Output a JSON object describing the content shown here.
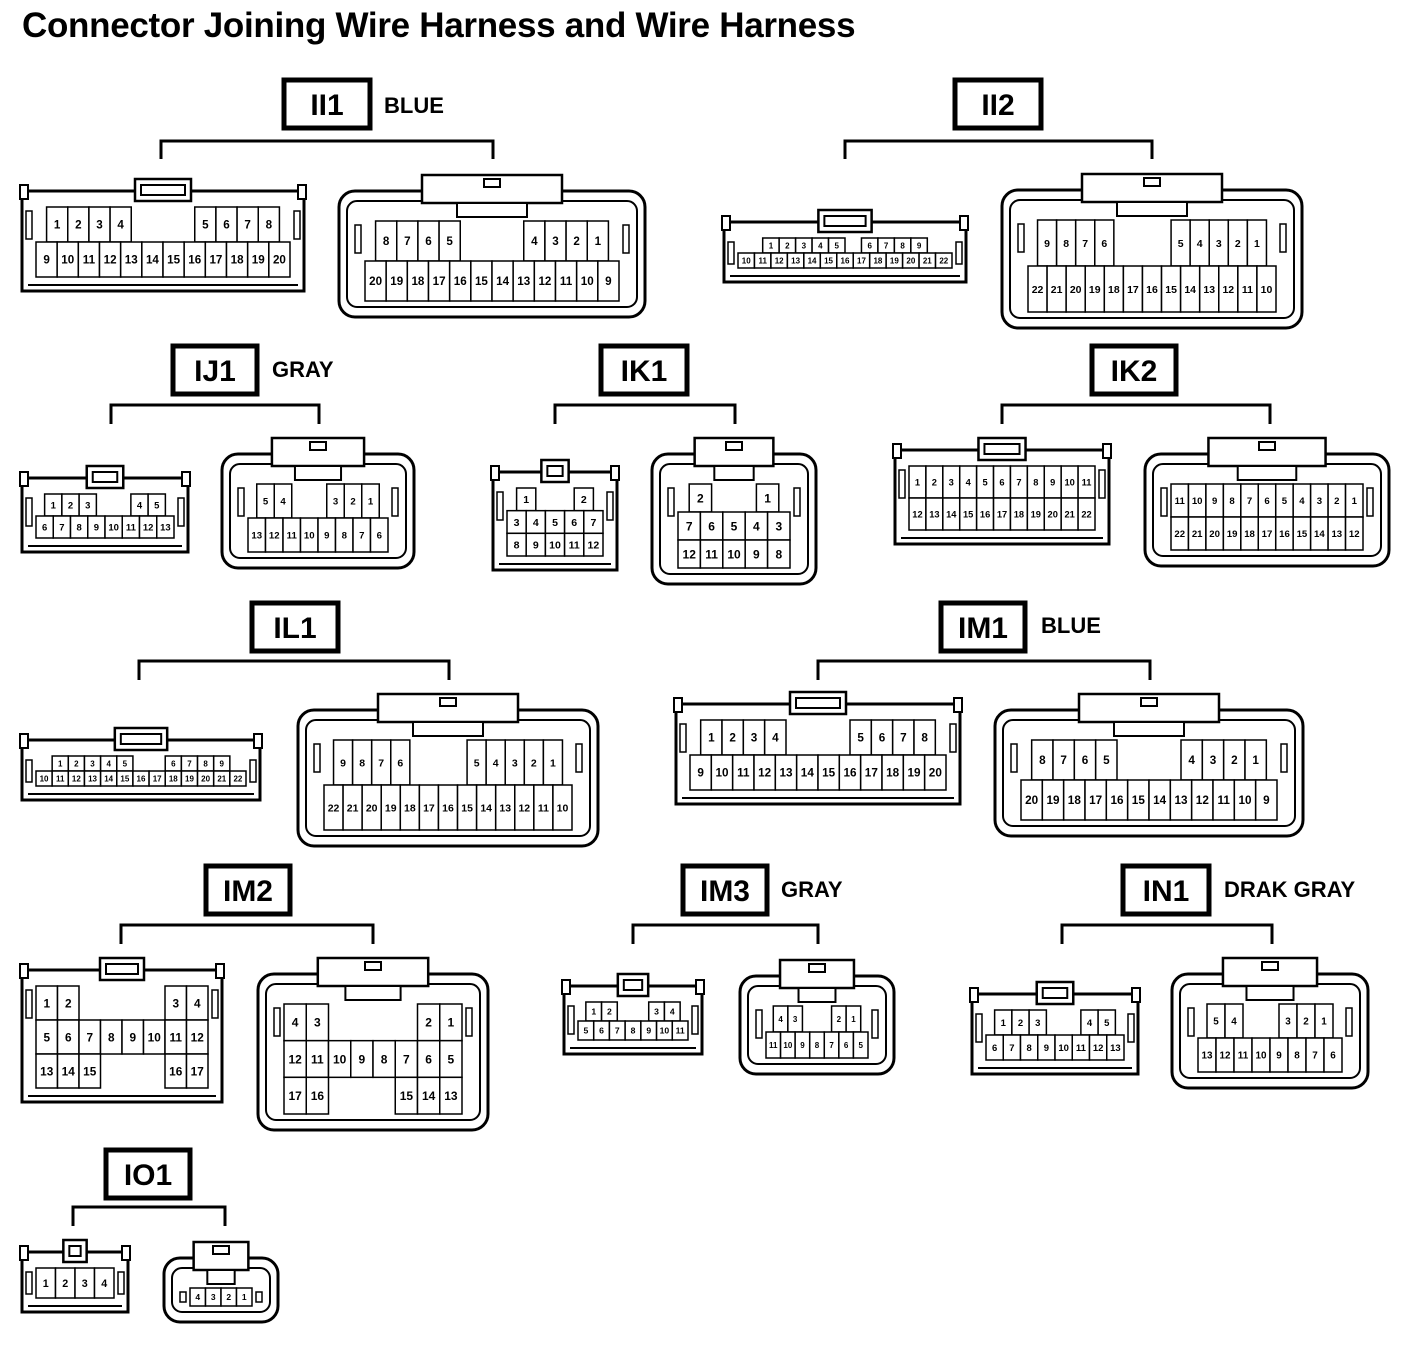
{
  "title": "Connector Joining Wire Harness and Wire Harness",
  "colors": {
    "ink": "#000000",
    "paper": "#ffffff"
  },
  "connectors": [
    {
      "code": "II1",
      "color": "BLUE",
      "female": {
        "rows": [
          [
            "1",
            "2",
            "3",
            "4",
            "",
            "",
            "",
            "5",
            "6",
            "7",
            "8"
          ],
          [
            "9",
            "10",
            "11",
            "12",
            "13",
            "14",
            "15",
            "16",
            "17",
            "18",
            "19",
            "20"
          ]
        ]
      },
      "male": {
        "rows": [
          [
            "8",
            "7",
            "6",
            "5",
            "",
            "",
            "",
            "4",
            "3",
            "2",
            "1"
          ],
          [
            "20",
            "19",
            "18",
            "17",
            "16",
            "15",
            "14",
            "13",
            "12",
            "11",
            "10",
            "9"
          ]
        ]
      }
    },
    {
      "code": "II2",
      "color": "",
      "female": {
        "rows": [
          [
            "1",
            "2",
            "3",
            "4",
            "5",
            "",
            "6",
            "7",
            "8",
            "9"
          ],
          [
            "10",
            "11",
            "12",
            "13",
            "14",
            "15",
            "16",
            "17",
            "18",
            "19",
            "20",
            "21",
            "22"
          ]
        ]
      },
      "male": {
        "rows": [
          [
            "9",
            "8",
            "7",
            "6",
            "",
            "",
            "",
            "5",
            "4",
            "3",
            "2",
            "1"
          ],
          [
            "22",
            "21",
            "20",
            "19",
            "18",
            "17",
            "16",
            "15",
            "14",
            "13",
            "12",
            "11",
            "10"
          ]
        ]
      }
    },
    {
      "code": "IJ1",
      "color": "GRAY",
      "female": {
        "rows": [
          [
            "1",
            "2",
            "3",
            "",
            "",
            "4",
            "5"
          ],
          [
            "6",
            "7",
            "8",
            "9",
            "10",
            "11",
            "12",
            "13"
          ]
        ]
      },
      "male": {
        "rows": [
          [
            "5",
            "4",
            "",
            "",
            "3",
            "2",
            "1"
          ],
          [
            "13",
            "12",
            "11",
            "10",
            "9",
            "8",
            "7",
            "6"
          ]
        ]
      }
    },
    {
      "code": "IK1",
      "color": "",
      "female": {
        "rows": [
          [
            "1",
            "",
            "",
            "2"
          ],
          [
            "3",
            "4",
            "5",
            "6",
            "7"
          ],
          [
            "8",
            "9",
            "10",
            "11",
            "12"
          ]
        ]
      },
      "male": {
        "rows": [
          [
            "2",
            "",
            "",
            "1"
          ],
          [
            "7",
            "6",
            "5",
            "4",
            "3"
          ],
          [
            "12",
            "11",
            "10",
            "9",
            "8"
          ]
        ]
      }
    },
    {
      "code": "IK2",
      "color": "",
      "female": {
        "rows": [
          [
            "1",
            "2",
            "3",
            "4",
            "5",
            "6",
            "7",
            "8",
            "9",
            "10",
            "11"
          ],
          [
            "12",
            "13",
            "14",
            "15",
            "16",
            "17",
            "18",
            "19",
            "20",
            "21",
            "22"
          ]
        ]
      },
      "male": {
        "rows": [
          [
            "11",
            "10",
            "9",
            "8",
            "7",
            "6",
            "5",
            "4",
            "3",
            "2",
            "1"
          ],
          [
            "22",
            "21",
            "20",
            "19",
            "18",
            "17",
            "16",
            "15",
            "14",
            "13",
            "12"
          ]
        ]
      }
    },
    {
      "code": "IL1",
      "color": "",
      "female": {
        "rows": [
          [
            "1",
            "2",
            "3",
            "4",
            "5",
            "",
            "",
            "6",
            "7",
            "8",
            "9"
          ],
          [
            "10",
            "11",
            "12",
            "13",
            "14",
            "15",
            "16",
            "17",
            "18",
            "19",
            "20",
            "21",
            "22"
          ]
        ]
      },
      "male": {
        "rows": [
          [
            "9",
            "8",
            "7",
            "6",
            "",
            "",
            "",
            "5",
            "4",
            "3",
            "2",
            "1"
          ],
          [
            "22",
            "21",
            "20",
            "19",
            "18",
            "17",
            "16",
            "15",
            "14",
            "13",
            "12",
            "11",
            "10"
          ]
        ]
      }
    },
    {
      "code": "IM1",
      "color": "BLUE",
      "female": {
        "rows": [
          [
            "1",
            "2",
            "3",
            "4",
            "",
            "",
            "",
            "5",
            "6",
            "7",
            "8"
          ],
          [
            "9",
            "10",
            "11",
            "12",
            "13",
            "14",
            "15",
            "16",
            "17",
            "18",
            "19",
            "20"
          ]
        ]
      },
      "male": {
        "rows": [
          [
            "8",
            "7",
            "6",
            "5",
            "",
            "",
            "",
            "4",
            "3",
            "2",
            "1"
          ],
          [
            "20",
            "19",
            "18",
            "17",
            "16",
            "15",
            "14",
            "13",
            "12",
            "11",
            "10",
            "9"
          ]
        ]
      }
    },
    {
      "code": "IM2",
      "color": "",
      "female": {
        "rows": [
          [
            "1",
            "2",
            "",
            "",
            "",
            "",
            "3",
            "4"
          ],
          [
            "5",
            "6",
            "7",
            "8",
            "9",
            "10",
            "11",
            "12"
          ],
          [
            "13",
            "14",
            "15",
            "",
            "",
            "",
            "16",
            "17"
          ]
        ]
      },
      "male": {
        "rows": [
          [
            "4",
            "3",
            "",
            "",
            "",
            "",
            "2",
            "1"
          ],
          [
            "12",
            "11",
            "10",
            "9",
            "8",
            "7",
            "6",
            "5"
          ],
          [
            "17",
            "16",
            "",
            "",
            "",
            "15",
            "14",
            "13"
          ]
        ]
      }
    },
    {
      "code": "IM3",
      "color": "GRAY",
      "female": {
        "rows": [
          [
            "1",
            "2",
            "",
            "",
            "3",
            "4"
          ],
          [
            "5",
            "6",
            "7",
            "8",
            "9",
            "10",
            "11"
          ]
        ]
      },
      "male": {
        "rows": [
          [
            "4",
            "3",
            "",
            "",
            "2",
            "1"
          ],
          [
            "11",
            "10",
            "9",
            "8",
            "7",
            "6",
            "5"
          ]
        ]
      }
    },
    {
      "code": "IN1",
      "color": "DRAK GRAY",
      "female": {
        "rows": [
          [
            "1",
            "2",
            "3",
            "",
            "",
            "4",
            "5"
          ],
          [
            "6",
            "7",
            "8",
            "9",
            "10",
            "11",
            "12",
            "13"
          ]
        ]
      },
      "male": {
        "rows": [
          [
            "5",
            "4",
            "",
            "",
            "3",
            "2",
            "1"
          ],
          [
            "13",
            "12",
            "11",
            "10",
            "9",
            "8",
            "7",
            "6"
          ]
        ]
      }
    },
    {
      "code": "IO1",
      "color": "",
      "female": {
        "rows": [
          [
            "1",
            "2",
            "3",
            "4"
          ]
        ]
      },
      "male": {
        "rows": [
          [
            "4",
            "3",
            "2",
            "1"
          ]
        ]
      }
    }
  ]
}
